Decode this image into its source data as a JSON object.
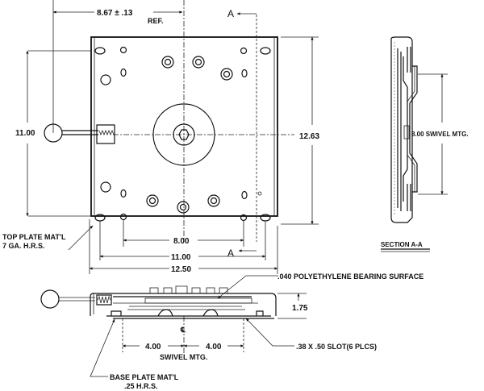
{
  "drawing": {
    "title": "Swivel plate technical drawing",
    "top_view": {
      "dim_ref_width": "8.67 ± .13",
      "dim_ref_note": "REF.",
      "dim_height_left": "11.00",
      "dim_height_right": "12.63",
      "dim_slot_spacing_inner": "8.00",
      "dim_slot_spacing_outer": "11.00",
      "dim_overall_width": "12.50",
      "section_marker_top": "A",
      "section_marker_bottom": "A",
      "top_plate_label_line1": "TOP PLATE MAT'L",
      "top_plate_label_line2": "7 GA. H.R.S."
    },
    "section_view": {
      "dim_swivel": "8.00 SWIVEL MTG.",
      "title": "SECTION A-A"
    },
    "side_view": {
      "bearing_label": ".040 POLYETHYLENE BEARING SURFACE",
      "dim_height": "1.75",
      "centerline_symbol": "℄",
      "dim_left": "4.00",
      "dim_right": "4.00",
      "swivel_label": "SWIVEL MTG.",
      "slot_label": ".38 X .50 SLOT(6 PLCS)",
      "base_plate_line1": "BASE PLATE MAT'L",
      "base_plate_line2": ".25 H.R.S."
    }
  }
}
